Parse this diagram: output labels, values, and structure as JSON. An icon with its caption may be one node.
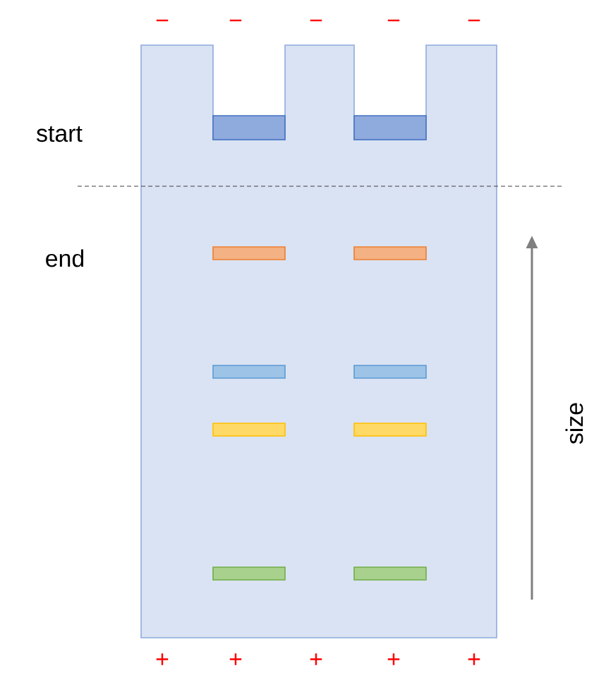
{
  "diagram": {
    "labels": [
      "−",
      "−",
      "−",
      "−",
      "−",
      "start",
      "end",
      "size",
      "+",
      "+",
      "+",
      "+",
      "+"
    ]
  }
}
